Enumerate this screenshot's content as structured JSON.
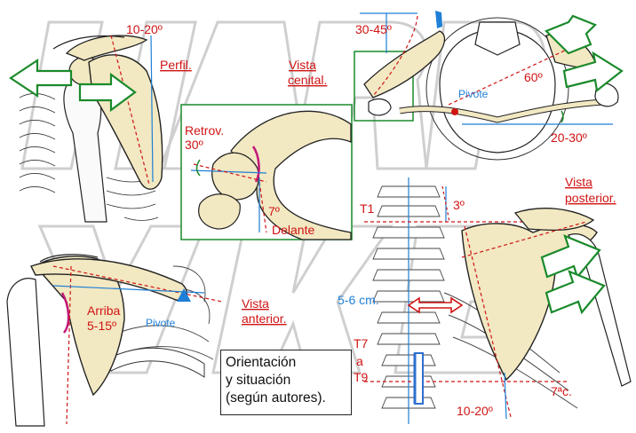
{
  "labels": {
    "perfil_angle": "10-20º",
    "perfil": "Perfil.",
    "vista_cenital_1": "Vista",
    "vista_cenital_2": "cenital.",
    "retrov": "Retrov.",
    "retrov_angle": "30º",
    "seven_deg": "7º",
    "delante": "Delante",
    "top_angle": "30-45º",
    "pivote_top": "Pivote",
    "sixty": "60º",
    "twenty_thirty": "20-30º",
    "t1": "T1",
    "three_deg": "3º",
    "vista_post_1": "Vista",
    "vista_post_2": "posterior.",
    "arriba": "Arriba",
    "arriba_angle": "5-15º",
    "pivote_ant": "Pivote",
    "vista_ant_1": "Vista",
    "vista_ant_2": "anterior.",
    "five_six": "5-6 cm.",
    "t7": "T7",
    "a": "a",
    "t9": "T9",
    "seven_c": "7ªc.",
    "ten_twenty_bottom": "10-20º"
  },
  "caption": {
    "line1": "Orientación",
    "line2": "y situación",
    "line3": "(según autores)."
  },
  "colors": {
    "bone": "#f2e8c2",
    "outline": "#222222",
    "red_label": "#d01414",
    "blue": "#1f7fd6",
    "arrow_green": "#1a8a2a",
    "watermark": "#cfcfcf"
  }
}
